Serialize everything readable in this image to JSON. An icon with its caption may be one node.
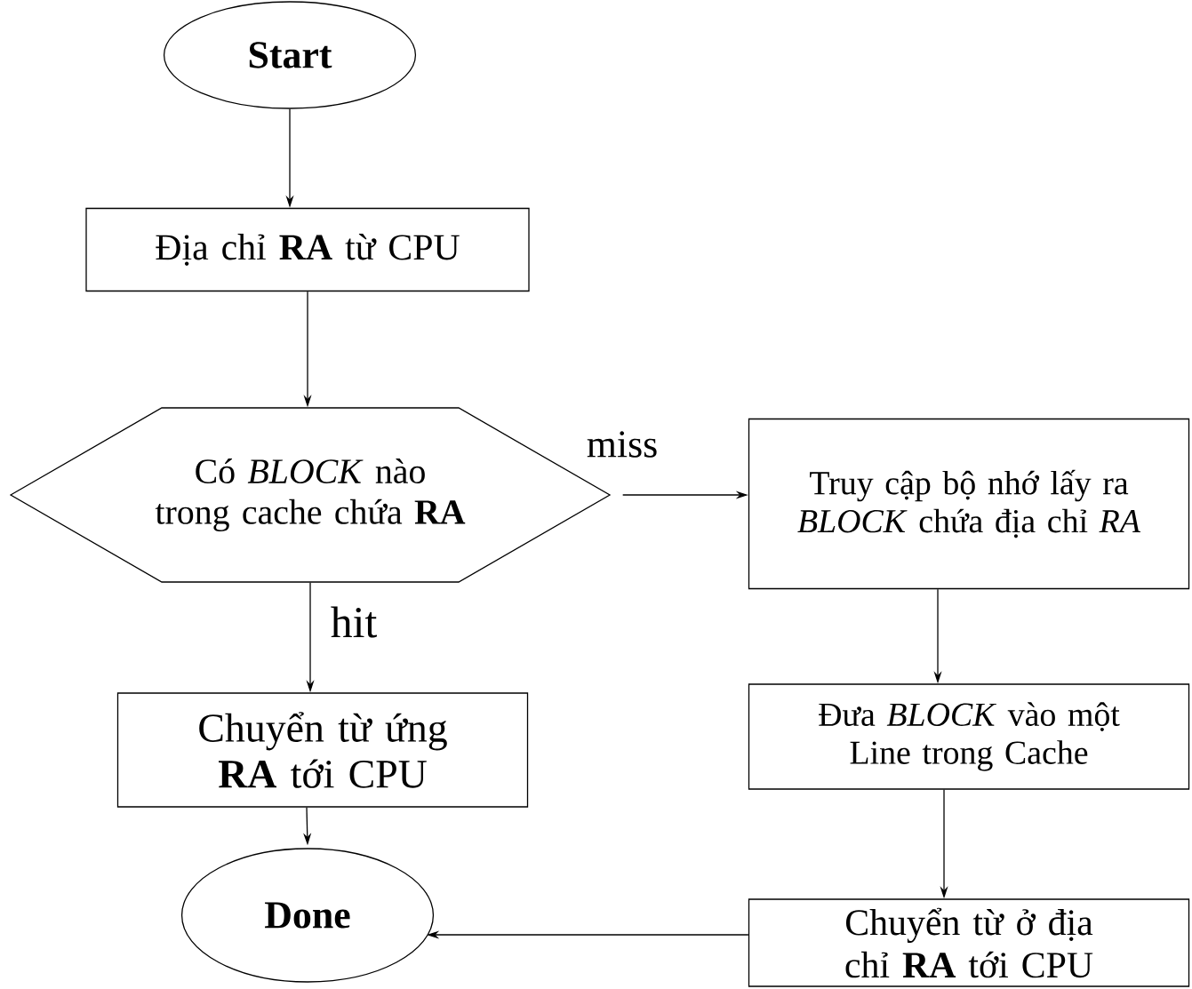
{
  "diagram": {
    "nodes": [
      {
        "text": [
          "Start"
        ]
      },
      {
        "text": [
          "Địa chỉ **RA** từ CPU"
        ]
      },
      {
        "text": [
          "Có *BLOCK* nào trong cache chứa **RA**"
        ]
      },
      {
        "text": [
          "Truy cập bộ nhớ lấy ra *BLOCK* chứa địa chỉ *RA*"
        ]
      },
      {
        "text": [
          "Chuyển từ ứng **RA** tới CPU"
        ]
      },
      {
        "text": [
          "Đưa *BLOCK* vào một Line trong Cache"
        ]
      },
      {
        "text": [
          "Done"
        ]
      },
      {
        "text": [
          "Chuyển từ ở địa chỉ **RA** tới CPU"
        ]
      }
    ],
    "edges": [
      {
        "from": 0,
        "to": 1,
        "arrow": "to"
      },
      {
        "from": 1,
        "to": 2,
        "arrow": "to"
      },
      {
        "from": 2,
        "to": 3,
        "arrow": "to",
        "label": "miss"
      },
      {
        "from": 2,
        "to": 4,
        "arrow": "to",
        "label": "hit"
      },
      {
        "from": 3,
        "to": 5,
        "arrow": "to"
      },
      {
        "from": 4,
        "to": 6,
        "arrow": "to"
      },
      {
        "from": 5,
        "to": 7,
        "arrow": "to"
      },
      {
        "from": 7,
        "to": 6,
        "arrow": "to"
      }
    ]
  }
}
